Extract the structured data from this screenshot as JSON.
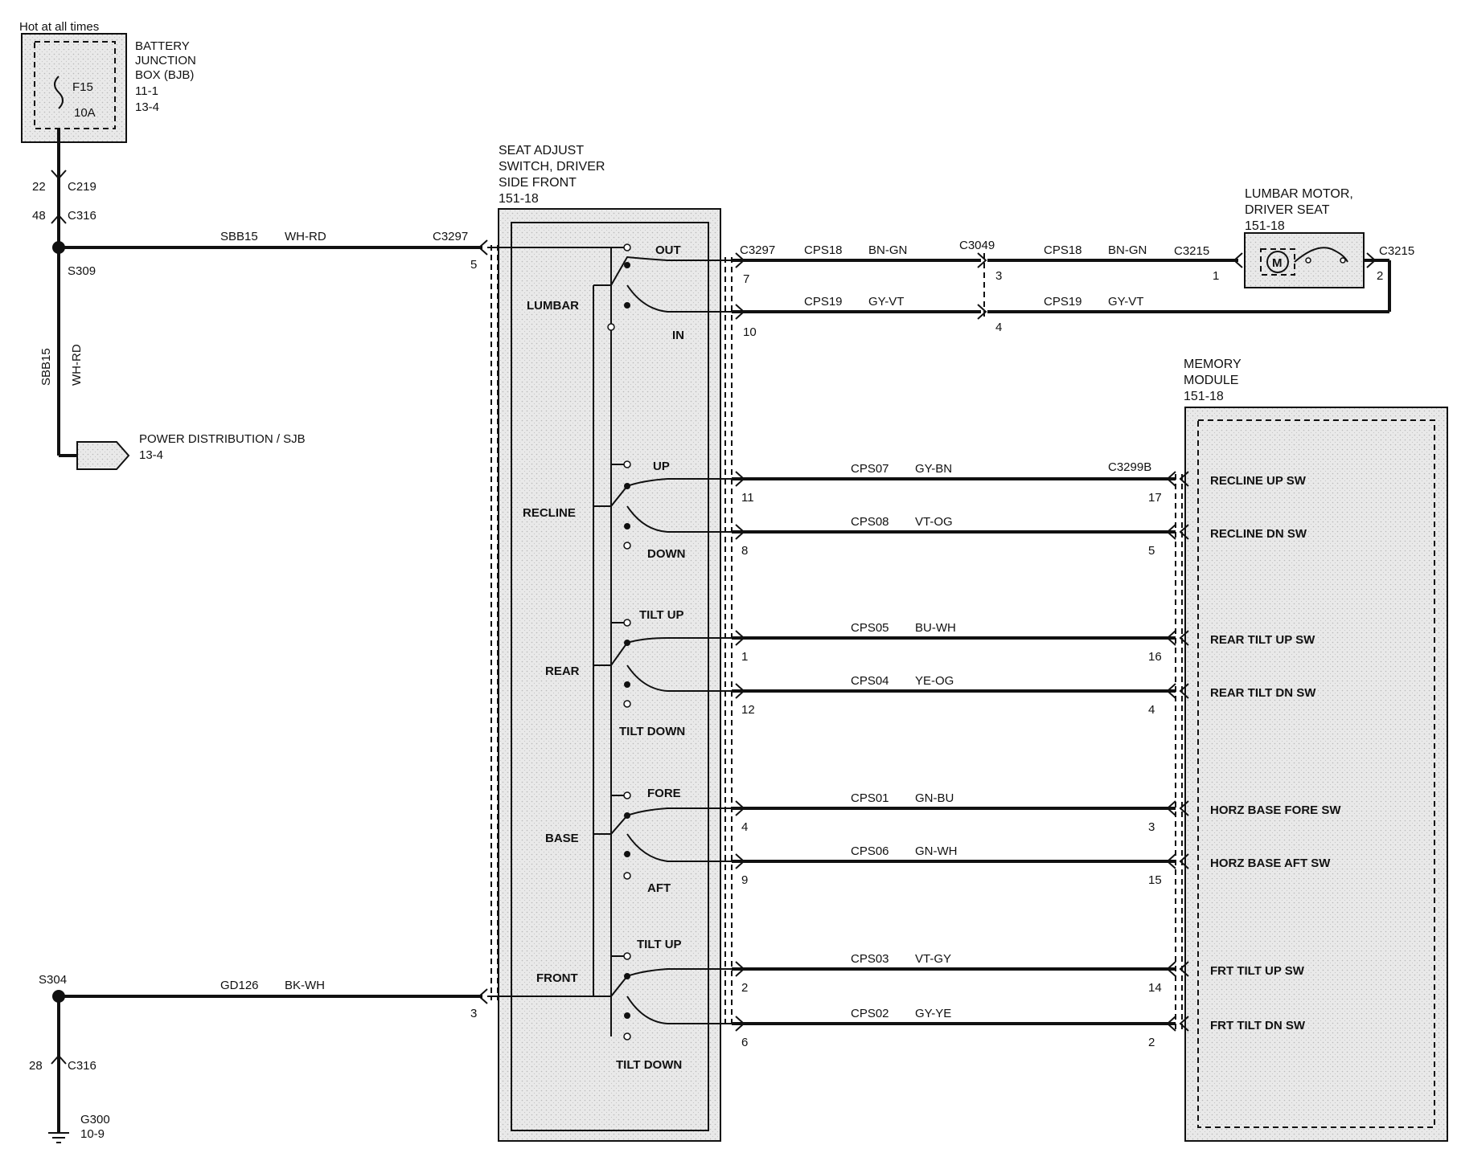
{
  "battery": {
    "hot_label": "Hot at all times",
    "title_lines": [
      "BATTERY",
      "JUNCTION",
      "BOX (BJB)",
      "11-1",
      "13-4"
    ],
    "fuse": "F15",
    "amps": "10A"
  },
  "connectors_left": {
    "c219_pin": "22",
    "c219": "C219",
    "c316_pin": "48",
    "c316": "C316",
    "splice": "S309",
    "wire_circuit": "SBB15",
    "wire_color": "WH-RD",
    "vert_circuit": "SBB15",
    "vert_color": "WH-RD",
    "power_dist_lines": [
      "POWER DISTRIBUTION / SJB",
      "13-4"
    ],
    "c3297": "C3297",
    "c3297_pin_top": "5",
    "c3297_pin_bot": "3"
  },
  "ground": {
    "splice": "S304",
    "wire_circuit": "GD126",
    "wire_color": "BK-WH",
    "c316_pin": "28",
    "c316": "C316",
    "ground_lines": [
      "G300",
      "10-9"
    ]
  },
  "seat_switch": {
    "title_lines": [
      "SEAT ADJUST",
      "SWITCH, DRIVER",
      "SIDE FRONT",
      "151-18"
    ],
    "groups": [
      {
        "name": "LUMBAR",
        "top": "OUT",
        "bottom": "IN"
      },
      {
        "name": "RECLINE",
        "top": "UP",
        "bottom": "DOWN"
      },
      {
        "name": "REAR",
        "top": "TILT UP",
        "bottom": "TILT DOWN"
      },
      {
        "name": "BASE",
        "top": "FORE",
        "bottom": "AFT"
      },
      {
        "name": "FRONT",
        "top": "TILT UP",
        "bottom": "TILT DOWN"
      }
    ],
    "right_connector": "C3297"
  },
  "lumbar_motor": {
    "title_lines": [
      "LUMBAR MOTOR,",
      "DRIVER SEAT",
      "151-18"
    ],
    "motor_symbol": "M",
    "c3049": "C3049",
    "c3215_left": "C3215",
    "c3215_right": "C3215",
    "wires": [
      {
        "pin_sw": "7",
        "circuit": "CPS18",
        "color": "BN-GN",
        "pin_mid": "3",
        "circuit2": "CPS18",
        "color2": "BN-GN",
        "pin_motor": "1"
      },
      {
        "pin_sw": "10",
        "circuit": "CPS19",
        "color": "GY-VT",
        "pin_mid": "4",
        "circuit2": "CPS19",
        "color2": "GY-VT",
        "pin_motor": "2"
      }
    ]
  },
  "memory_module": {
    "title_lines": [
      "MEMORY",
      "MODULE",
      "151-18"
    ],
    "connector": "C3299B"
  },
  "memory_wires": [
    {
      "pin_sw": "11",
      "circuit": "CPS07",
      "color": "GY-BN",
      "pin_mm": "17",
      "signal": "RECLINE UP SW"
    },
    {
      "pin_sw": "8",
      "circuit": "CPS08",
      "color": "VT-OG",
      "pin_mm": "5",
      "signal": "RECLINE DN SW"
    },
    {
      "pin_sw": "1",
      "circuit": "CPS05",
      "color": "BU-WH",
      "pin_mm": "16",
      "signal": "REAR TILT UP SW"
    },
    {
      "pin_sw": "12",
      "circuit": "CPS04",
      "color": "YE-OG",
      "pin_mm": "4",
      "signal": "REAR TILT DN SW"
    },
    {
      "pin_sw": "4",
      "circuit": "CPS01",
      "color": "GN-BU",
      "pin_mm": "3",
      "signal": "HORZ BASE FORE SW"
    },
    {
      "pin_sw": "9",
      "circuit": "CPS06",
      "color": "GN-WH",
      "pin_mm": "15",
      "signal": "HORZ BASE AFT SW"
    },
    {
      "pin_sw": "2",
      "circuit": "CPS03",
      "color": "VT-GY",
      "pin_mm": "14",
      "signal": "FRT TILT UP SW"
    },
    {
      "pin_sw": "6",
      "circuit": "CPS02",
      "color": "GY-YE",
      "pin_mm": "2",
      "signal": "FRT TILT DN SW"
    }
  ]
}
